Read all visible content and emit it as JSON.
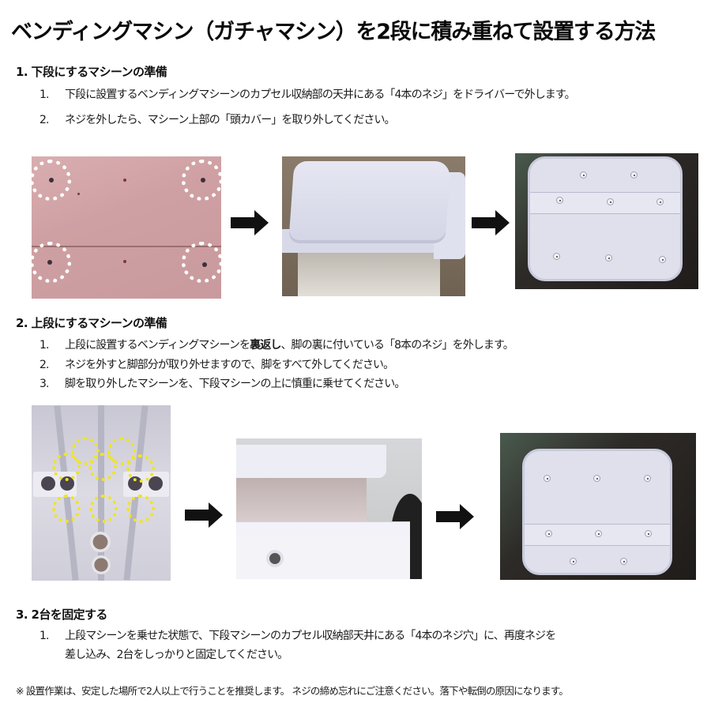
{
  "title": "ベンディングマシン（ガチャマシン）を2段に積み重ねて設置する方法",
  "sections": [
    {
      "heading": "1. 下段にするマシーンの準備",
      "steps": [
        {
          "num": "1.",
          "text": "下段に設置するベンディングマシーンのカプセル収納部の天井にある「4本のネジ」をドライバーで外します。"
        },
        {
          "num": "2.",
          "text": "ネジを外したら、マシーン上部の「頭カバー」を取り外してください。"
        }
      ],
      "photos": [
        {
          "alt": "カプセル収納部天井の4本のネジ位置（白い点線の丸）"
        },
        {
          "alt": "頭カバーを取り外している様子"
        },
        {
          "alt": "取り外した頭カバーの裏面"
        }
      ]
    },
    {
      "heading": "2. 上段にするマシーンの準備",
      "steps": [
        {
          "num": "1.",
          "text_before": "上段に設置するベンディングマシーンを",
          "text_bold": "裏返し",
          "text_after": "、脚の裏に付いている「8本のネジ」を外します。"
        },
        {
          "num": "2.",
          "text": "ネジを外すと脚部分が取り外せますので、脚をすべて外してください。"
        },
        {
          "num": "3.",
          "text": "脚を取り外したマシーンを、下段マシーンの上に慎重に乗せてください。"
        }
      ],
      "photos": [
        {
          "alt": "脚の裏の8本のネジ位置（黄色い点線の丸）"
        },
        {
          "alt": "上段マシーンを下段マシーンに乗せている様子"
        },
        {
          "alt": "脚を外したマシーンの底面"
        }
      ]
    },
    {
      "heading": "3. 2台を固定する",
      "steps": [
        {
          "num": "1.",
          "text_line1": "上段マシーンを乗せた状態で、下段マシーンのカプセル収納部天井にある「4本のネジ穴」に、再度ネジを",
          "text_line2": "差し込み、2台をしっかりと固定してください。"
        }
      ]
    }
  ],
  "note": "※ 設置作業は、安定した場所で2人以上で行うことを推奨します。 ネジの締め忘れにご注意ください。落下や転倒の原因になります。",
  "icons": {
    "arrow": "right-arrow-icon"
  },
  "colors": {
    "text": "#111111",
    "arrow": "#111111",
    "dotted_white": "#ffffff",
    "dotted_yellow": "#f0e426",
    "pink_panel": "#d2a4a7",
    "plate": "#dfe0ec"
  }
}
